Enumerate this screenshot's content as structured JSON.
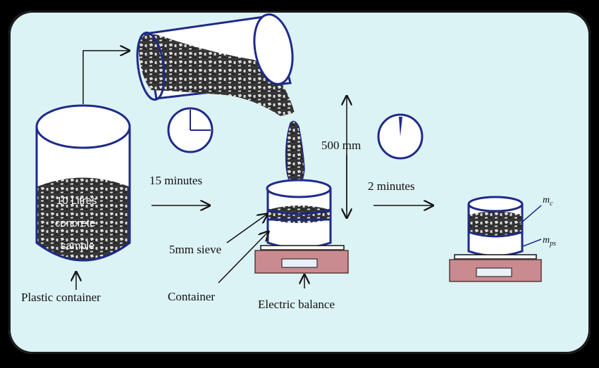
{
  "labels": {
    "sample_line1": "10 Litres",
    "sample_line2": "concrete",
    "sample_line3": "sample",
    "plastic_container": "Plastic container",
    "time1": "15 minutes",
    "height": "500 mm",
    "time2": "2 minutes",
    "sieve": "5mm sieve",
    "container": "Container",
    "balance": "Electric balance",
    "mc": "m",
    "mc_sub": "c",
    "mps": "m",
    "mps_sub": "ps"
  },
  "colors": {
    "background": "#000000",
    "panel": "#dcf3f5",
    "outline": "#1f2a8a",
    "balance": "#c98b8f",
    "aggregate": "#2b2b2b"
  },
  "icons": [
    "clock-icon",
    "clock-icon",
    "arrow-icon"
  ]
}
